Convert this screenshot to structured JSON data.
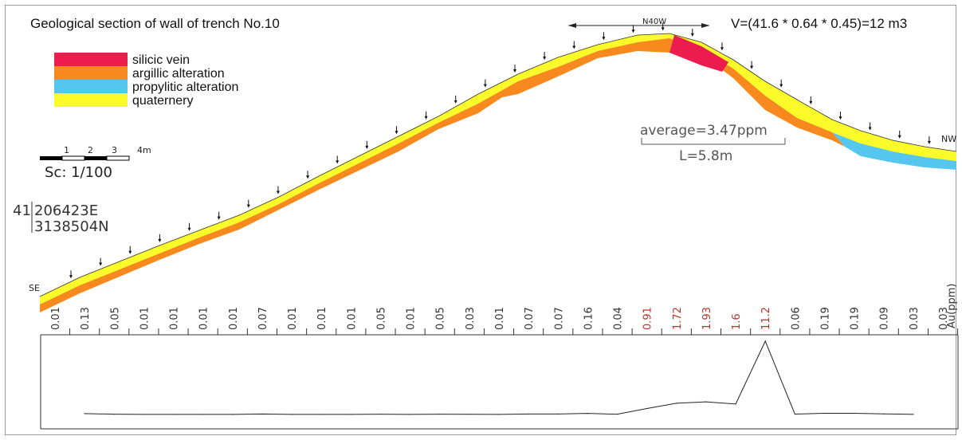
{
  "title": "Geological section of wall of trench No.10",
  "volume": "V=(41.6 * 0.64 * 0.45)=12 m3",
  "direction": "N40W",
  "legend": [
    {
      "label": "silicic vein",
      "color": "#ec1c4e"
    },
    {
      "label": "argillic alteration",
      "color": "#f7891f"
    },
    {
      "label": "propylitic alteration",
      "color": "#55c7ee"
    },
    {
      "label": "quaternery",
      "color": "#fbfb2a"
    }
  ],
  "scale": {
    "ticks": [
      "1",
      "2",
      "3",
      "4m"
    ],
    "label": "Sc: 1/100"
  },
  "coords": {
    "zone": "41",
    "easting": "206423E",
    "northing": "3138504N"
  },
  "ends": {
    "left": "SE",
    "right": "NW"
  },
  "average": {
    "value": "average=3.47ppm",
    "length": "L=5.8m"
  },
  "au_label": "Au(ppm)",
  "highlight_color": "#c0302a",
  "chart_data": {
    "type": "line",
    "ylabel": "Au(ppm)",
    "samples": [
      "0.01",
      "0.13",
      "0.05",
      "0.01",
      "0.01",
      "0.01",
      "0.01",
      "0.07",
      "0.01",
      "0.01",
      "0.01",
      "0.05",
      "0.01",
      "0.05",
      "0.03",
      "0.01",
      "0.07",
      "0.07",
      "0.16",
      "0.04",
      "0.91",
      "1.72",
      "1.93",
      "1.6",
      "11.2",
      "0.06",
      "0.19",
      "0.19",
      "0.09",
      "0.03",
      "0.03"
    ],
    "highlighted": [
      20,
      21,
      22,
      23,
      24
    ],
    "values": [
      0.01,
      0.13,
      0.05,
      0.01,
      0.01,
      0.01,
      0.01,
      0.07,
      0.01,
      0.01,
      0.01,
      0.05,
      0.01,
      0.05,
      0.03,
      0.01,
      0.07,
      0.07,
      0.16,
      0.04,
      0.91,
      1.72,
      1.93,
      1.6,
      11.2,
      0.06,
      0.19,
      0.19,
      0.09,
      0.03,
      0.03
    ]
  }
}
